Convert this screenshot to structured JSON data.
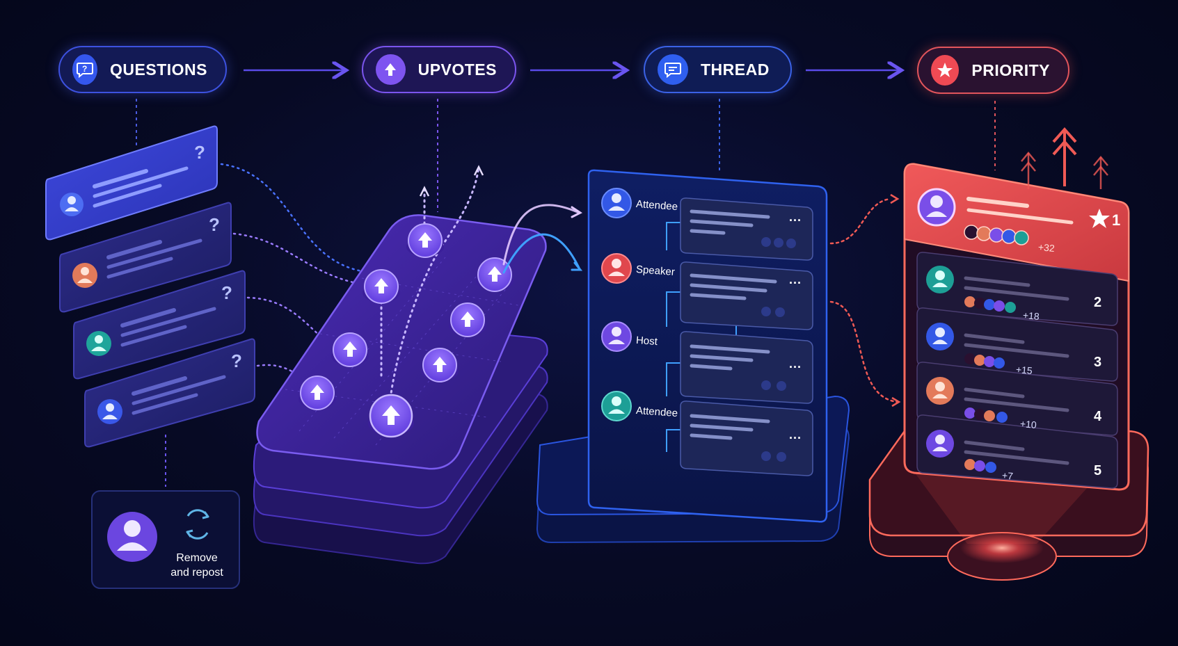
{
  "stages": {
    "questions": {
      "label": "QUESTIONS",
      "icon": "question-chat-icon"
    },
    "upvotes": {
      "label": "UPVOTES",
      "icon": "up-arrow-icon"
    },
    "thread": {
      "label": "THREAD",
      "icon": "chat-bubble-icon"
    },
    "priority": {
      "label": "PRIORITY",
      "icon": "star-icon"
    }
  },
  "questions_panel": {
    "question_mark": "?",
    "moderation_label_line1": "Remove",
    "moderation_label_line2": "and repost"
  },
  "thread_panel": {
    "roles": [
      "Attendee",
      "Speaker",
      "Host",
      "Attendee"
    ],
    "more": "···"
  },
  "priority_panel": {
    "top": {
      "rank": "1",
      "count": "+32"
    },
    "items": [
      {
        "rank": "2",
        "count": "+18"
      },
      {
        "rank": "3",
        "count": "+15"
      },
      {
        "rank": "4",
        "count": "+10"
      },
      {
        "rank": "5",
        "count": "+7"
      }
    ]
  },
  "colors": {
    "background": "#070a24",
    "questions": "#3d52e0",
    "upvotes": "#7b55ee",
    "thread": "#2f5ff0",
    "priority": "#ef4a54"
  }
}
